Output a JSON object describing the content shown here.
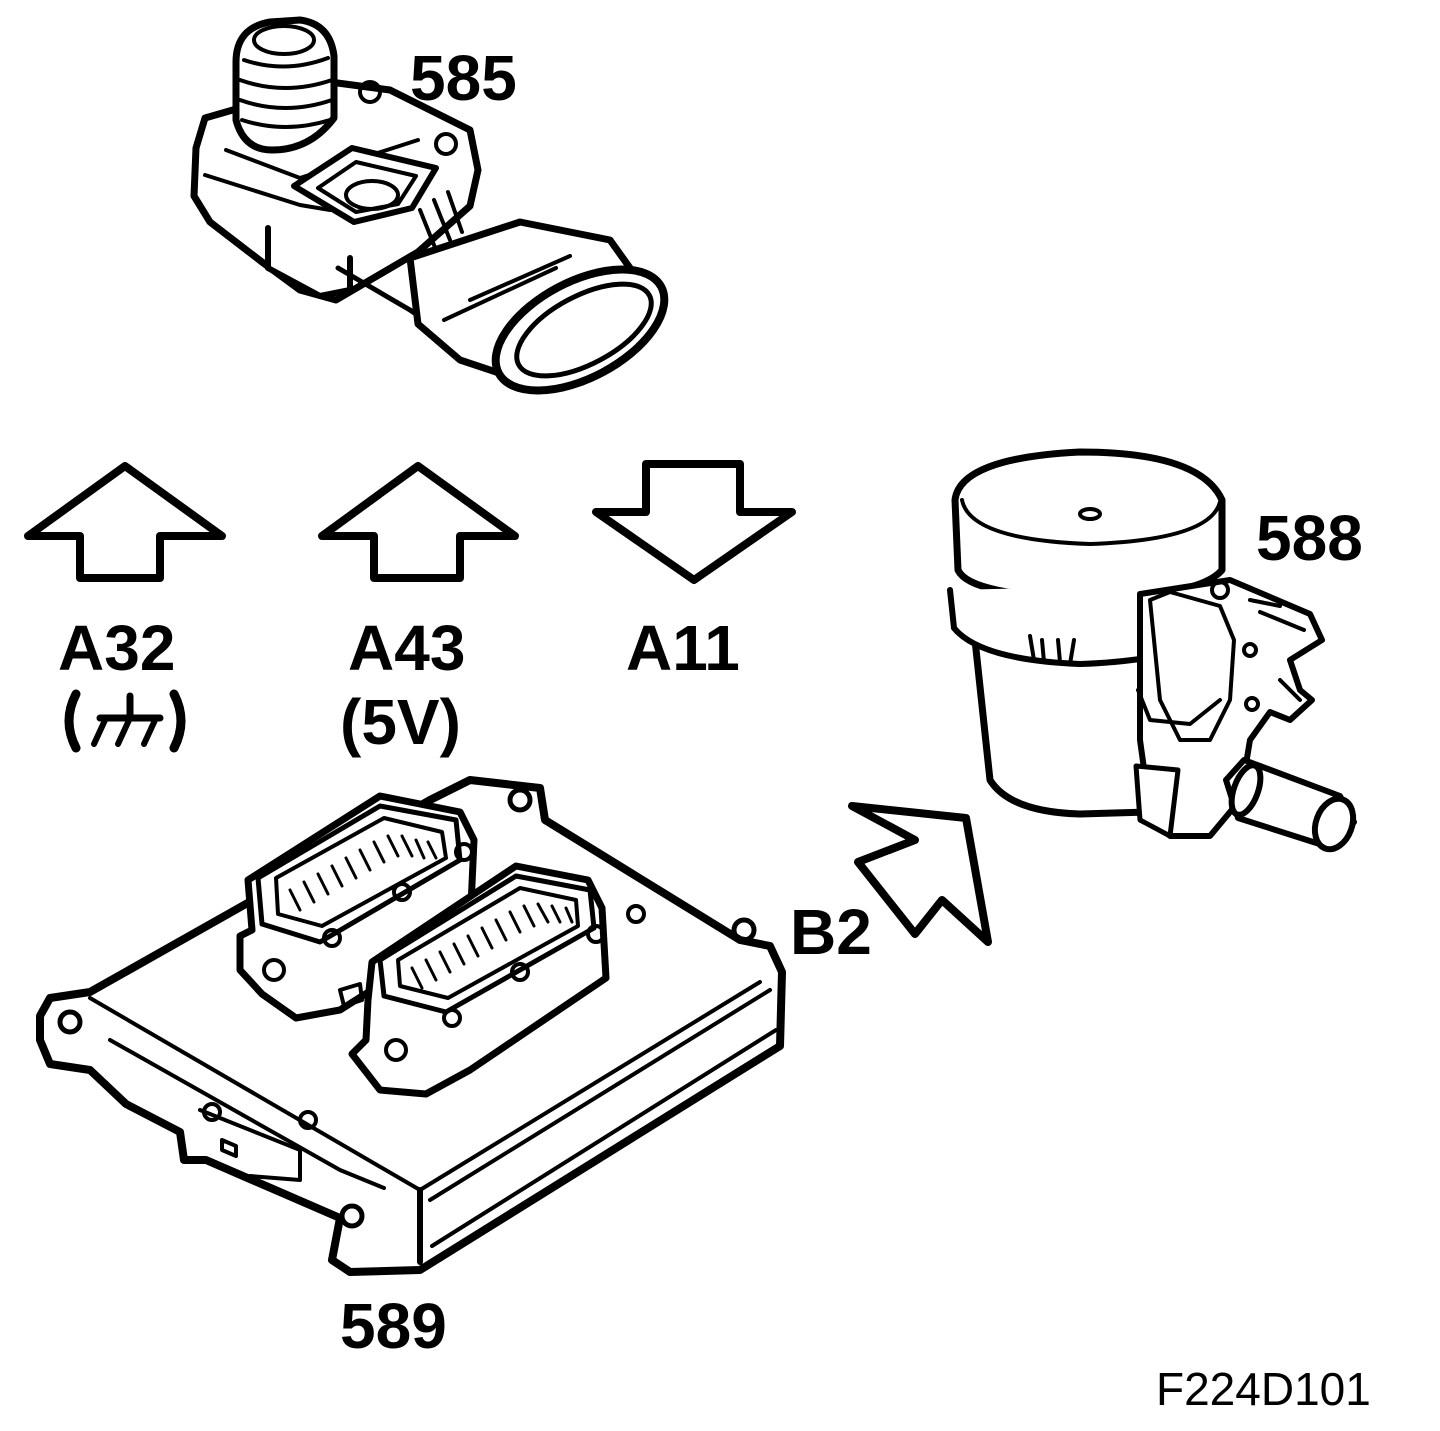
{
  "components": {
    "sensor": {
      "label": "585",
      "icon": "pressure-sensor-icon"
    },
    "valve": {
      "label": "588",
      "icon": "solenoid-valve-icon"
    },
    "ecu": {
      "label": "589",
      "icon": "control-module-icon"
    }
  },
  "signals": [
    {
      "id": "A32",
      "label": "A32",
      "sub": "",
      "sub_icon": "ground-symbol-icon",
      "direction": "up"
    },
    {
      "id": "A43",
      "label": "A43",
      "sub": "(5V)",
      "direction": "up"
    },
    {
      "id": "A11",
      "label": "A11",
      "sub": "",
      "direction": "down"
    }
  ],
  "output": {
    "label": "B2",
    "direction": "up-right"
  },
  "figure_ref": "F224D101"
}
